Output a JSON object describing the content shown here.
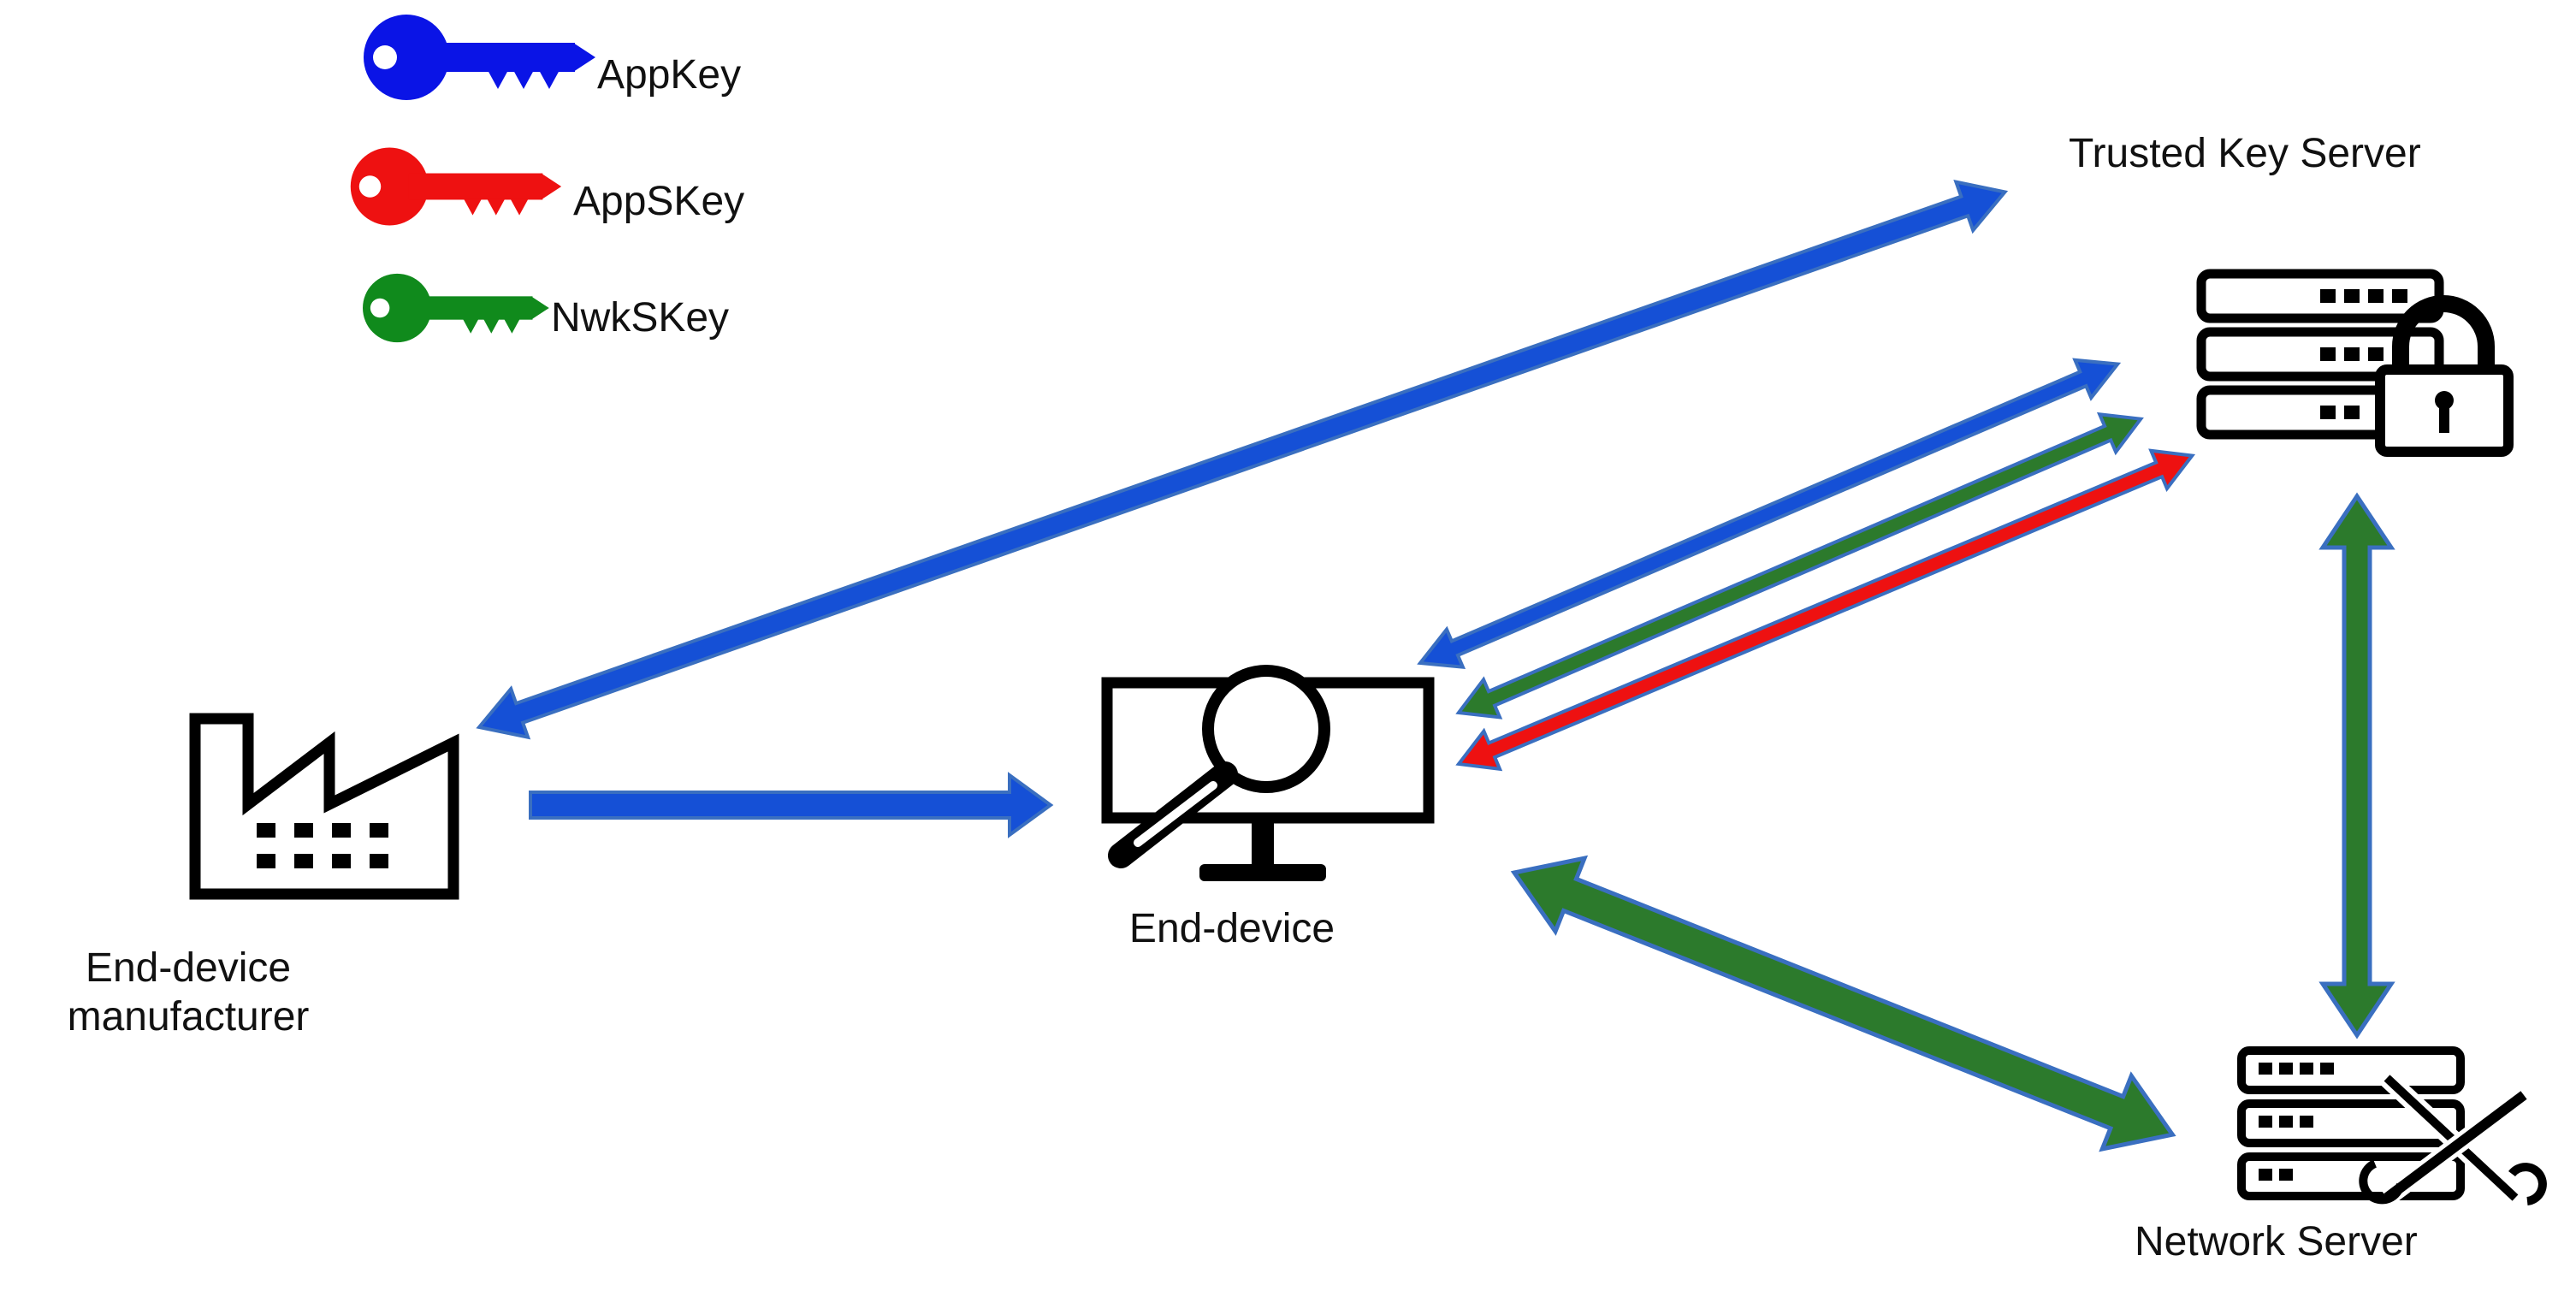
{
  "legend": [
    {
      "label": "AppKey",
      "color": "#0a14e6",
      "icon": "key-icon"
    },
    {
      "label": "AppSKey",
      "color": "#ee1111",
      "icon": "key-icon"
    },
    {
      "label": "NwkSKey",
      "color": "#108a1c",
      "icon": "key-icon"
    }
  ],
  "nodes": {
    "manufacturer": {
      "label_line1": "End-device",
      "label_line2": "manufacturer",
      "icon": "factory-icon"
    },
    "end_device": {
      "label": "End-device",
      "icon": "monitor-with-magnifier-icon"
    },
    "trusted_key_server": {
      "label": "Trusted Key Server",
      "icon": "server-with-lock-icon"
    },
    "network_server": {
      "label": "Network Server",
      "icon": "server-with-tools-icon"
    }
  },
  "colors": {
    "appkey_arrow": "#1550d6",
    "appskey_arrow": "#ee1111",
    "nwkskey_arrow": "#2c7a2c",
    "arrow_outline": "#3a6fc0"
  }
}
